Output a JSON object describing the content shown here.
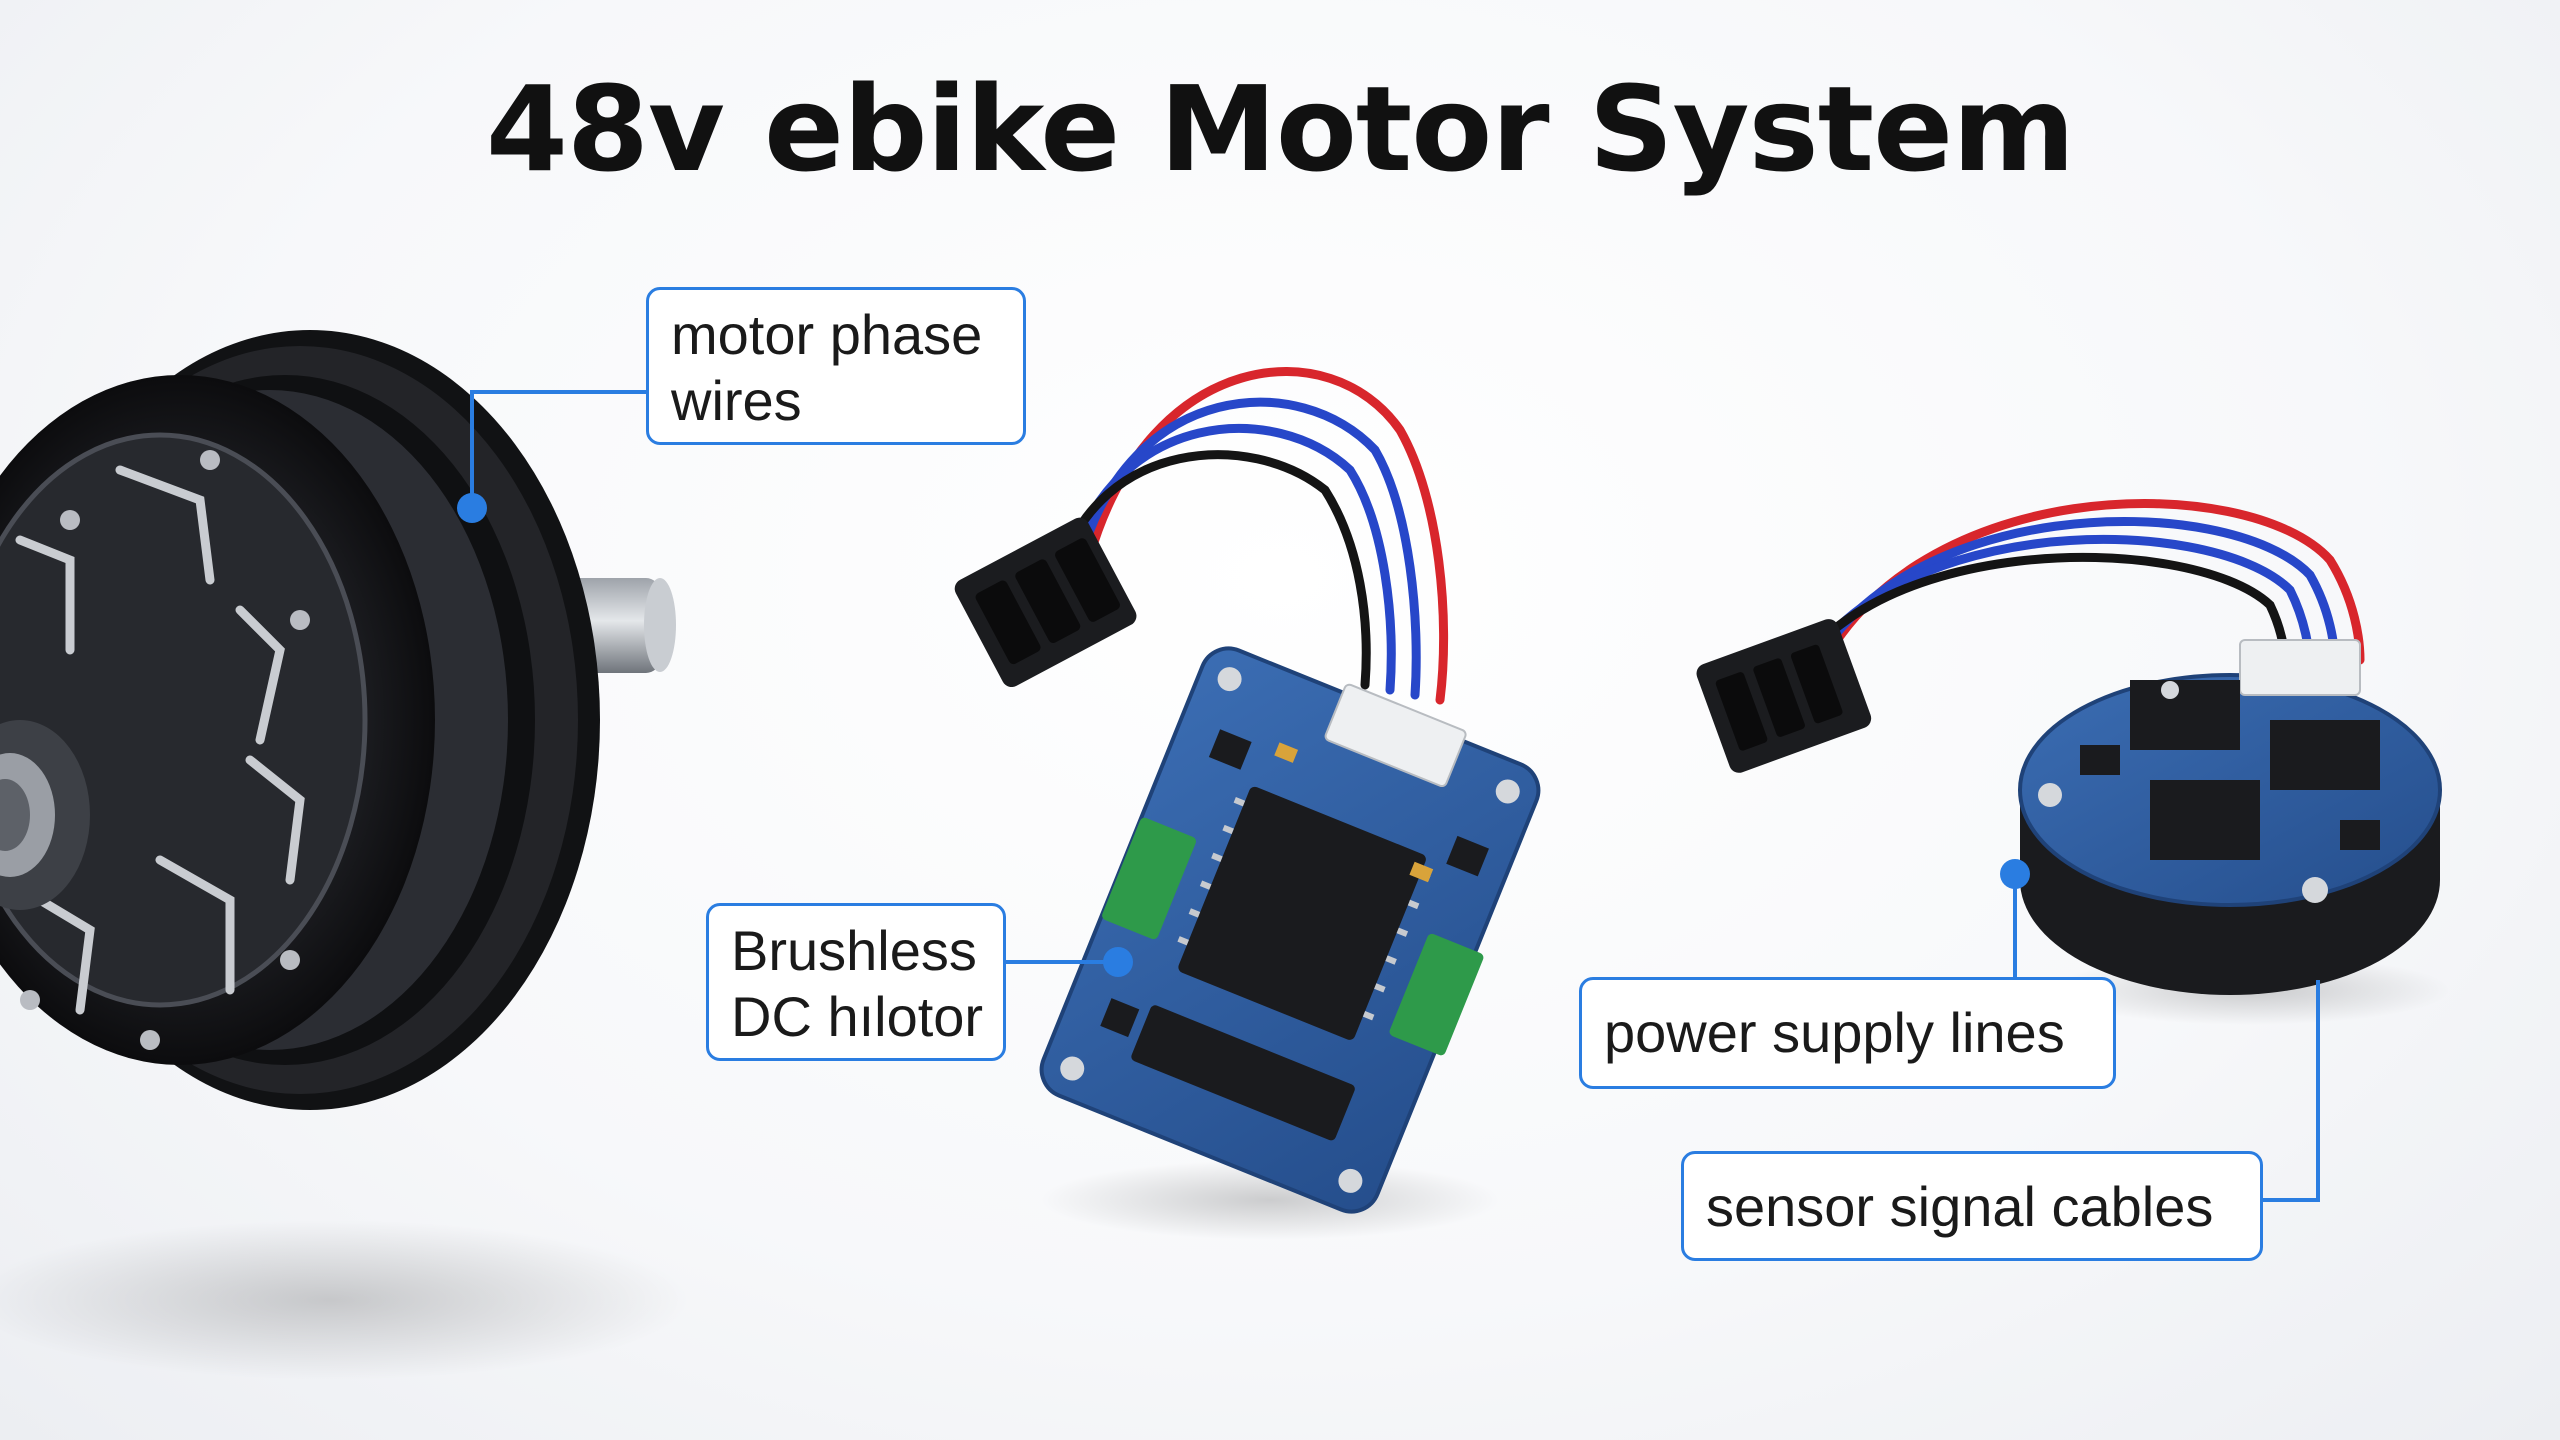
{
  "title": "48v ebike Motor System",
  "callouts": {
    "motor_phase_wires": {
      "line1": "motor phase",
      "line2": "wires"
    },
    "brushless_dc": {
      "line1": "Brushless",
      "line2": "DC hılotor"
    },
    "power_supply_lines": {
      "label": "power supply lines"
    },
    "sensor_signal_cables": {
      "label": "sensor signal cables"
    }
  },
  "colors": {
    "accent_blue": "#2a7de1",
    "pcb_blue": "#2f5d9e",
    "terminal_green": "#2e9a4a",
    "wire_red": "#d8262c",
    "wire_blue": "#2747c9",
    "wire_black": "#141414",
    "motor_black": "#1c1d21"
  },
  "icons": [
    "hub-motor",
    "motor-controller-board",
    "sensor-board",
    "connector-plug"
  ]
}
